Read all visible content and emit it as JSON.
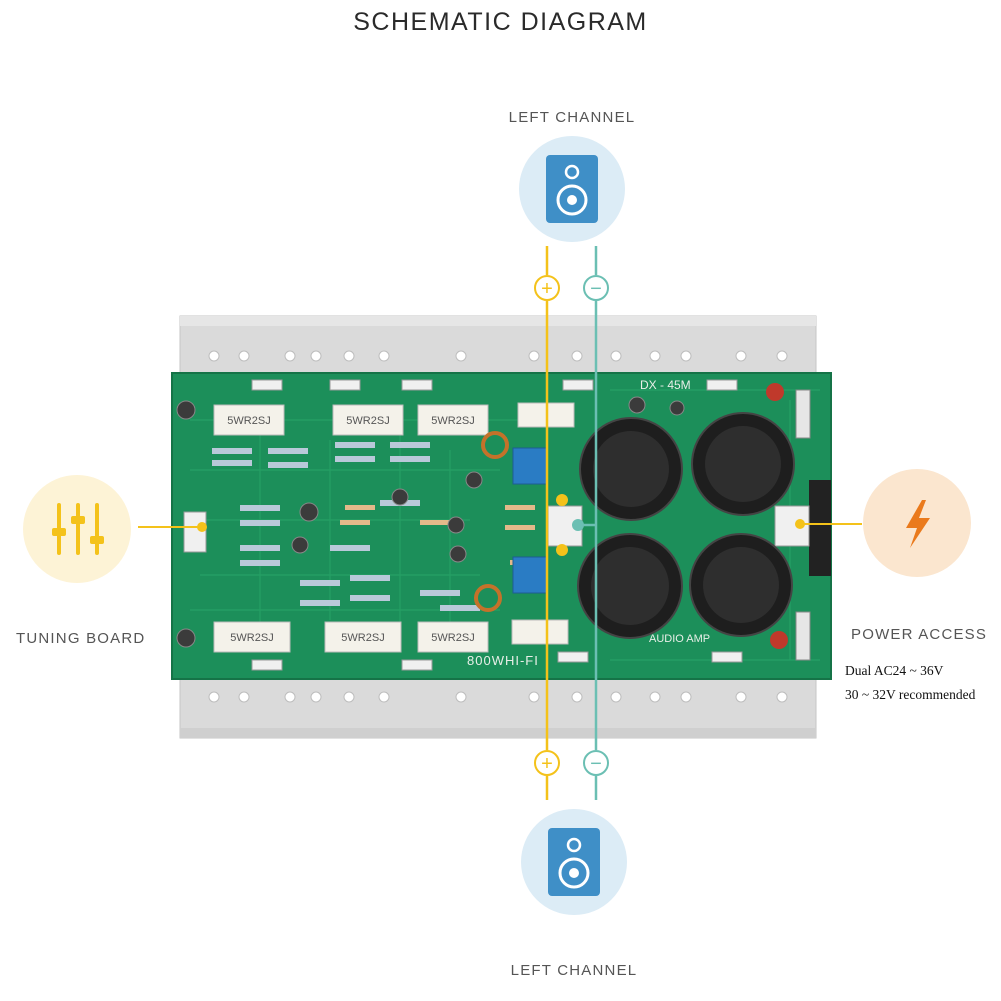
{
  "title": "SCHEMATIC DIAGRAM",
  "top_speaker": {
    "label": "LEFT CHANNEL"
  },
  "bottom_speaker": {
    "label": "LEFT CHANNEL"
  },
  "tuning_board": {
    "label": "TUNING BOARD"
  },
  "power_access": {
    "label": "POWER ACCESS",
    "spec_line1": "Dual AC24 ~ 36V",
    "spec_line2": "30 ~ 32V recommended"
  },
  "terminals": {
    "positive": "+",
    "negative": "−"
  },
  "board": {
    "model": "DX - 45M",
    "brand": "800WHI-FI",
    "audio_label": "AUDIO AMP",
    "resistors": [
      "5WR2SJ",
      "5WR2SJ",
      "5WR2SJ",
      "5WR2SJ",
      "5WR2SJ",
      "5WR2SJ"
    ]
  },
  "colors": {
    "positive_wire": "#f4c21a",
    "negative_wire": "#6bbfb3",
    "pcb": "#1c8f5a",
    "icon_blue": "#3f8fc7",
    "speaker_bg": "#dcecf6",
    "tuning_bg": "#fdf3d6",
    "power_bg": "#fbe6cf",
    "power_bolt": "#ea7a1c",
    "heatsink": "#dcdcdc"
  }
}
